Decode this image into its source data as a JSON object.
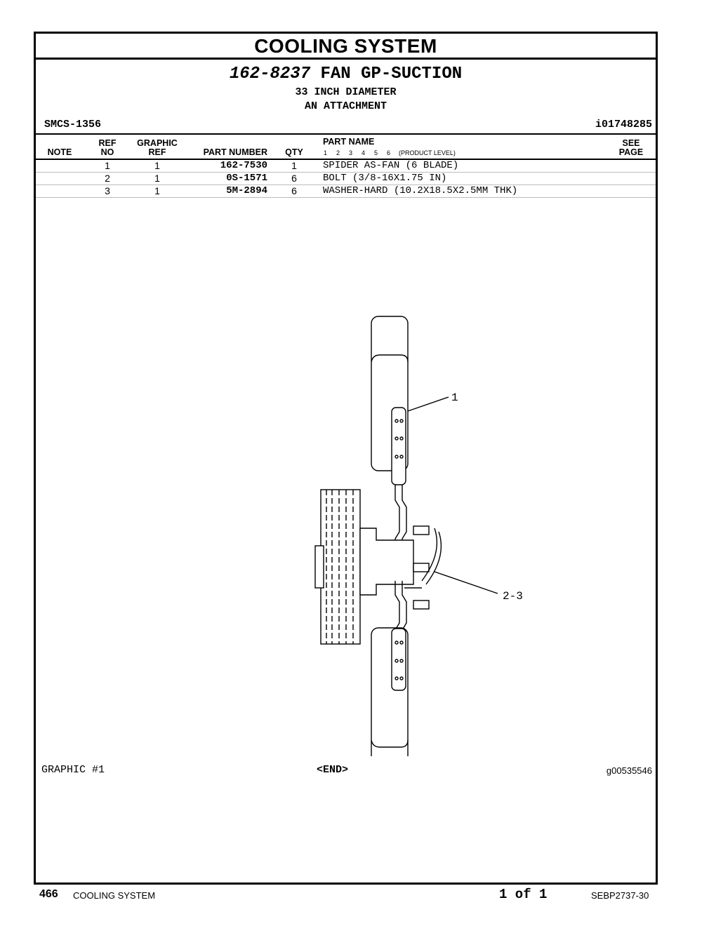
{
  "section_title": "COOLING SYSTEM",
  "group": {
    "number": "162-8237",
    "name": "FAN GP-SUCTION",
    "lines": [
      "33 INCH DIAMETER",
      "AN ATTACHMENT"
    ]
  },
  "smcs": "SMCS-1356",
  "identifier": "i01748285",
  "headers": {
    "note": "NOTE",
    "ref_no_1": "REF",
    "ref_no_2": "NO",
    "graphic_ref_1": "GRAPHIC",
    "graphic_ref_2": "REF",
    "part_number": "PART NUMBER",
    "qty": "QTY",
    "part_name": "PART NAME",
    "product_levels": [
      "1",
      "2",
      "3",
      "4",
      "5",
      "6"
    ],
    "product_level_label": "(PRODUCT LEVEL)",
    "see_page_1": "SEE",
    "see_page_2": "PAGE"
  },
  "parts": [
    {
      "ref_no": "1",
      "graphic_ref": "1",
      "part_number": "162-7530",
      "qty": "1",
      "name": "SPIDER AS-FAN (6 BLADE)"
    },
    {
      "ref_no": "2",
      "graphic_ref": "1",
      "part_number": "0S-1571",
      "qty": "6",
      "name": "BOLT (3/8-16X1.75 IN)"
    },
    {
      "ref_no": "3",
      "graphic_ref": "1",
      "part_number": "5M-2894",
      "qty": "6",
      "name": "WASHER-HARD (10.2X18.5X2.5MM THK)"
    }
  ],
  "illustration": {
    "callouts": [
      "1",
      "2-3"
    ]
  },
  "graphic_label": "GRAPHIC #1",
  "end_label": "<END>",
  "graphic_id": "g00535546",
  "footer": {
    "page_number": "466",
    "section": "COOLING SYSTEM",
    "page_of": "1 of 1",
    "doc_id": "SEBP2737-30"
  }
}
